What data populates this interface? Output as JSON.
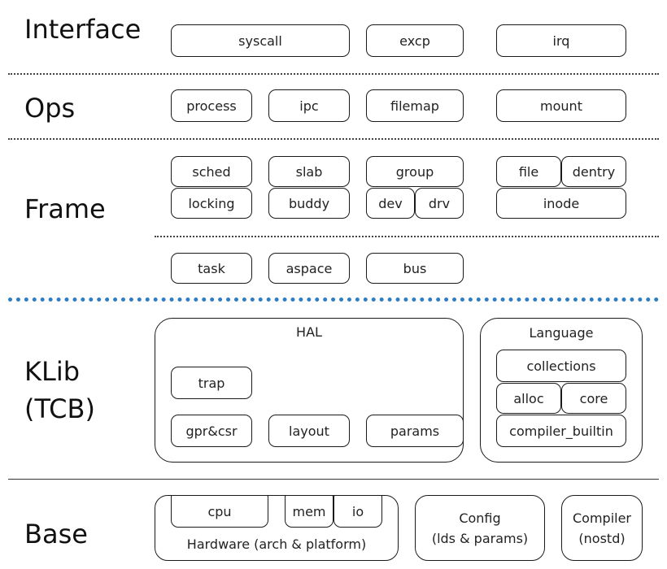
{
  "layers": {
    "interface": "Interface",
    "ops": "Ops",
    "frame": "Frame",
    "klib_line1": "KLib",
    "klib_line2": "(TCB)",
    "base": "Base"
  },
  "interface": {
    "syscall": "syscall",
    "excp": "excp",
    "irq": "irq"
  },
  "ops": {
    "process": "process",
    "ipc": "ipc",
    "filemap": "filemap",
    "mount": "mount"
  },
  "frame": {
    "sched": "sched",
    "locking": "locking",
    "slab": "slab",
    "buddy": "buddy",
    "group": "group",
    "dev": "dev",
    "drv": "drv",
    "file": "file",
    "dentry": "dentry",
    "inode": "inode",
    "task": "task",
    "aspace": "aspace",
    "bus": "bus"
  },
  "klib": {
    "hal": {
      "title": "HAL",
      "trap": "trap",
      "gpr_csr": "gpr&csr",
      "layout": "layout",
      "params": "params"
    },
    "language": {
      "title": "Language",
      "collections": "collections",
      "alloc": "alloc",
      "core": "core",
      "compiler_builtin": "compiler_builtin"
    }
  },
  "base": {
    "hardware": {
      "title": "Hardware (arch & platform)",
      "cpu": "cpu",
      "mem": "mem",
      "io": "io"
    },
    "config": {
      "line1": "Config",
      "line2": "(lds & params)"
    },
    "compiler": {
      "line1": "Compiler",
      "line2": "(nostd)"
    }
  }
}
